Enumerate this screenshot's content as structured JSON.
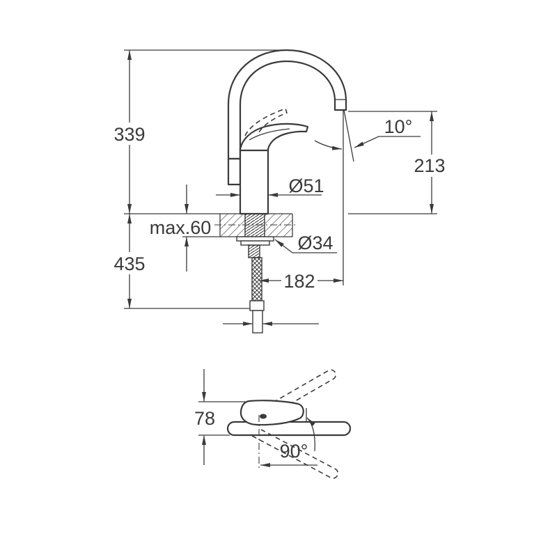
{
  "side_view": {
    "total_height": "339",
    "spout_outlet_height": "213",
    "spout_angle": "10°",
    "body_diameter": "Ø51",
    "max_deck_thickness": "max.60",
    "mounting_hole_diameter": "Ø34",
    "below_deck_length": "435",
    "spout_reach": "182"
  },
  "top_view": {
    "lever_height": "78",
    "lever_swing_angle": "90°"
  },
  "colors": {
    "line": "#3a3a3a",
    "background": "#ffffff"
  }
}
